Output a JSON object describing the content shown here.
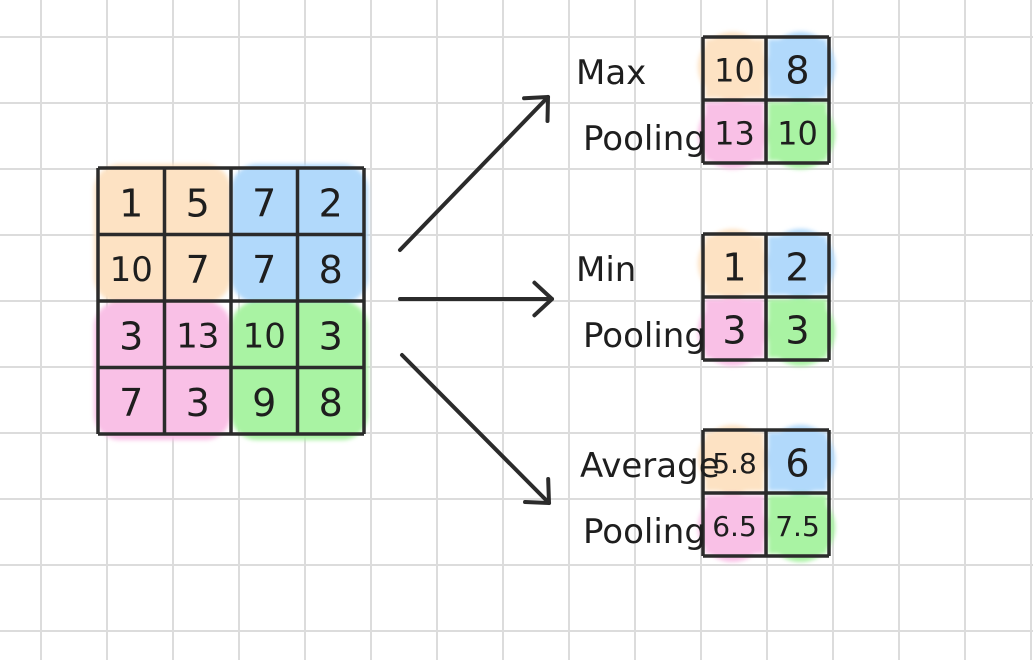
{
  "colors": {
    "orange": "#fde2c3",
    "blue": "#b1d9fb",
    "pink": "#f9c0e6",
    "green": "#a9f3a3",
    "ink": "#2b2b2b"
  },
  "input_grid": [
    [
      {
        "value": "1",
        "color": "orange"
      },
      {
        "value": "5",
        "color": "orange"
      },
      {
        "value": "7",
        "color": "blue"
      },
      {
        "value": "2",
        "color": "blue"
      }
    ],
    [
      {
        "value": "10",
        "color": "orange"
      },
      {
        "value": "7",
        "color": "orange"
      },
      {
        "value": "7",
        "color": "blue"
      },
      {
        "value": "8",
        "color": "blue"
      }
    ],
    [
      {
        "value": "3",
        "color": "pink"
      },
      {
        "value": "13",
        "color": "pink"
      },
      {
        "value": "10",
        "color": "green"
      },
      {
        "value": "3",
        "color": "green"
      }
    ],
    [
      {
        "value": "7",
        "color": "pink"
      },
      {
        "value": "3",
        "color": "pink"
      },
      {
        "value": "9",
        "color": "green"
      },
      {
        "value": "8",
        "color": "green"
      }
    ]
  ],
  "outputs": [
    {
      "id": "max",
      "label_line1": "Max",
      "label_line2": "Pooling",
      "grid": [
        [
          {
            "value": "10",
            "color": "orange"
          },
          {
            "value": "8",
            "color": "blue"
          }
        ],
        [
          {
            "value": "13",
            "color": "pink"
          },
          {
            "value": "10",
            "color": "green"
          }
        ]
      ]
    },
    {
      "id": "min",
      "label_line1": "Min",
      "label_line2": "Pooling",
      "grid": [
        [
          {
            "value": "1",
            "color": "orange"
          },
          {
            "value": "2",
            "color": "blue"
          }
        ],
        [
          {
            "value": "3",
            "color": "pink"
          },
          {
            "value": "3",
            "color": "green"
          }
        ]
      ]
    },
    {
      "id": "average",
      "label_line1": "Average",
      "label_line2": "Pooling",
      "grid": [
        [
          {
            "value": "5.8",
            "color": "orange"
          },
          {
            "value": "6",
            "color": "blue"
          }
        ],
        [
          {
            "value": "6.5",
            "color": "pink"
          },
          {
            "value": "7.5",
            "color": "green"
          }
        ]
      ]
    }
  ]
}
